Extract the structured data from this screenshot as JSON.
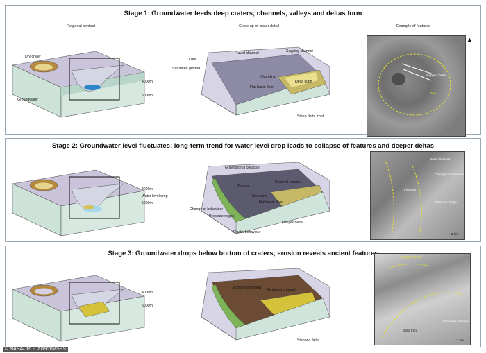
{
  "stages": [
    {
      "prefix": "Stage 1:",
      "title": " Groundwater feeds deep craters; channels, valleys and deltas form",
      "col_headers": {
        "regional": "Regional context",
        "closeup": "Close up of crater detail",
        "example": "Example of features"
      },
      "regional_labels": {
        "dry_crater": "Dry crater",
        "groundwater": "Groundwater",
        "depth_top": "4000m",
        "depth_bottom": "5000m"
      },
      "closeup_labels": {
        "fluvial": "Fluvial channel",
        "sapping": "Sapping channel",
        "dike": "Dike",
        "saturated": "Saturated ground",
        "shoreline": "Shoreline",
        "delta_plain": "Delta plain",
        "basin_floor": "Flat basin floor",
        "delta_front": "Steep delta front"
      },
      "photo_labels": [
        "Stepped Delta",
        "Dike"
      ]
    },
    {
      "prefix": "Stage 2:",
      "title": " Groundwater level fluctuates; long-term trend for water level drop leads to collapse of features and deeper deltas",
      "regional_labels": {
        "depth_top": "4000m",
        "water_drop": "Water level drop",
        "depth_bottom": "5000m"
      },
      "closeup_labels": {
        "collapse": "Gravitational collapse",
        "terrace": "Terrace",
        "incision": "Channel incision",
        "shoreline": "Shoreline",
        "basin_floor": "Flat basin floor",
        "change": "Change of behaviour",
        "ridges": "Pressure ridges",
        "deeper": "Deeper delta",
        "plastic": "Plastic behaviour"
      },
      "photo_labels": [
        "Lateral Fissures",
        "Change of behaviour",
        "Fissures",
        "Pressure Ridge",
        "2 km"
      ]
    },
    {
      "prefix": "Stage 3:",
      "title": " Groundwater drops below bottom of craters; erosion reveals ancient features",
      "regional_labels": {
        "depth_top": "4000m",
        "depth_bottom": "5000m"
      },
      "closeup_labels": {
        "window": "Erosional window",
        "exhumed": "Exhumed channel",
        "stepped": "Stepped delta"
      },
      "photo_labels": [
        "Stepped Delta",
        "Delta front",
        "Exhumed channel",
        "2 km"
      ]
    }
  ],
  "credit": "© NASA/JPL-Caltech/MSSS"
}
